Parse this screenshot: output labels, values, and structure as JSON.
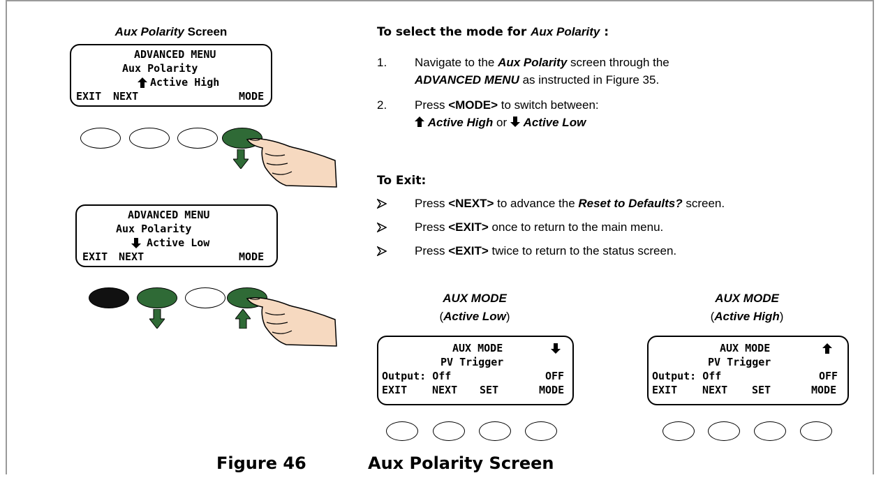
{
  "left": {
    "title_italic": "Aux Polarity",
    "title_rest": "Screen",
    "lcd1": {
      "line1": "ADVANCED MENU",
      "line2": "Aux Polarity",
      "line3": "Active High",
      "arrow": "up",
      "soft_exit": "EXIT",
      "soft_next": "NEXT",
      "soft_mode": "MODE"
    },
    "lcd2": {
      "line1": "ADVANCED MENU",
      "line2": "Aux Polarity",
      "line3": "Active Low",
      "arrow": "down",
      "soft_exit": "EXIT",
      "soft_next": "NEXT",
      "soft_mode": "MODE"
    }
  },
  "instructions": {
    "heading_pre": "To select the mode for ",
    "heading_italic": "Aux Polarity",
    "heading_post": " :",
    "step1_num": "1.",
    "step1_a": "Navigate to the ",
    "step1_b": "Aux Polarity",
    "step1_c": " screen through the",
    "step1_d": "ADVANCED MENU",
    "step1_e": " as instructed in Figure 35.",
    "step2_num": "2.",
    "step2_a": "Press ",
    "step2_b": "<MODE>",
    "step2_c": " to switch between:",
    "step2_d": "Active High",
    "step2_e": " or ",
    "step2_f": "Active Low",
    "exit_heading": "To Exit:",
    "bullets": [
      {
        "a": "Press ",
        "b": "<NEXT>",
        "c": " to advance the ",
        "d": "Reset to Defaults?",
        "e": " screen."
      },
      {
        "a": "Press ",
        "b": "<EXIT>",
        "c": " once to return to the main menu.",
        "d": "",
        "e": ""
      },
      {
        "a": "Press ",
        "b": "<EXIT>",
        "c": " twice to return to the status screen.",
        "d": "",
        "e": ""
      }
    ]
  },
  "aux_low": {
    "title": "AUX MODE",
    "sub_open": "(",
    "sub_italic": "Active Low",
    "sub_close": ")",
    "line1": "AUX MODE",
    "line2": "PV Trigger",
    "line3_left": "Output: Off",
    "line3_right": "OFF",
    "soft": [
      "EXIT",
      "NEXT",
      "SET",
      "MODE"
    ]
  },
  "aux_high": {
    "title": "AUX MODE",
    "sub_open": "(",
    "sub_italic": "Active High",
    "sub_close": ")",
    "line1": "AUX MODE",
    "line2": "PV Trigger",
    "line3_left": "Output: Off",
    "line3_right": "OFF",
    "soft": [
      "EXIT",
      "NEXT",
      "SET",
      "MODE"
    ]
  },
  "figure": {
    "label": "Figure 46",
    "title": "Aux Polarity Screen"
  },
  "colors": {
    "green": "#2f6a36",
    "skin": "#f6d9c0",
    "frame": "#9a9a9a"
  },
  "icons": [
    "arrow-up-icon",
    "arrow-down-icon",
    "pointing-hand-icon",
    "bullet-arrow-icon"
  ]
}
